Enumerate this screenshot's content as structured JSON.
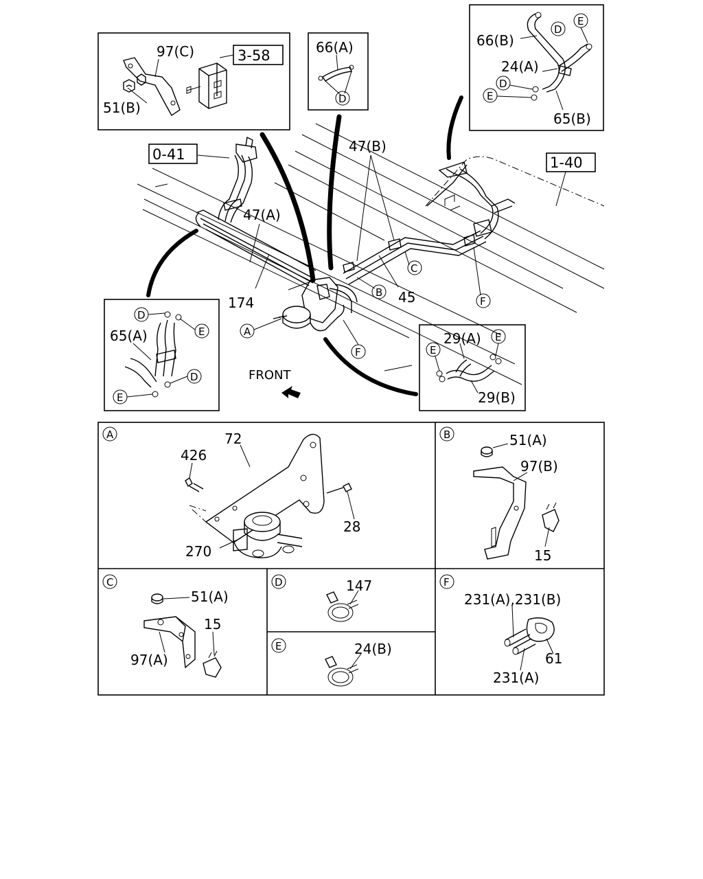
{
  "labels": {
    "p97c": "97(C)",
    "ref358": "3-58",
    "p51b": "51(B)",
    "p66a": "66(A)",
    "p66b": "66(B)",
    "p24a": "24(A)",
    "p65b": "65(B)",
    "ref041": "0-41",
    "p47b": "47(B)",
    "ref140": "1-40",
    "p47a": "47(A)",
    "p174": "174",
    "p45": "45",
    "p65a": "65(A)",
    "p29a": "29(A)",
    "p29b": "29(B)",
    "front": "FRONT",
    "p72": "72",
    "p426": "426",
    "p28": "28",
    "p270": "270",
    "p51a_b": "51(A)",
    "p97b": "97(B)",
    "p15_b": "15",
    "p51a_c": "51(A)",
    "p15_c": "15",
    "p97a": "97(A)",
    "p147": "147",
    "p24b": "24(B)",
    "p231ab": "231(A),231(B)",
    "p61": "61",
    "p231a": "231(A)"
  },
  "callouts": {
    "A": "A",
    "B": "B",
    "C": "C",
    "D": "D",
    "E": "E",
    "F": "F"
  }
}
